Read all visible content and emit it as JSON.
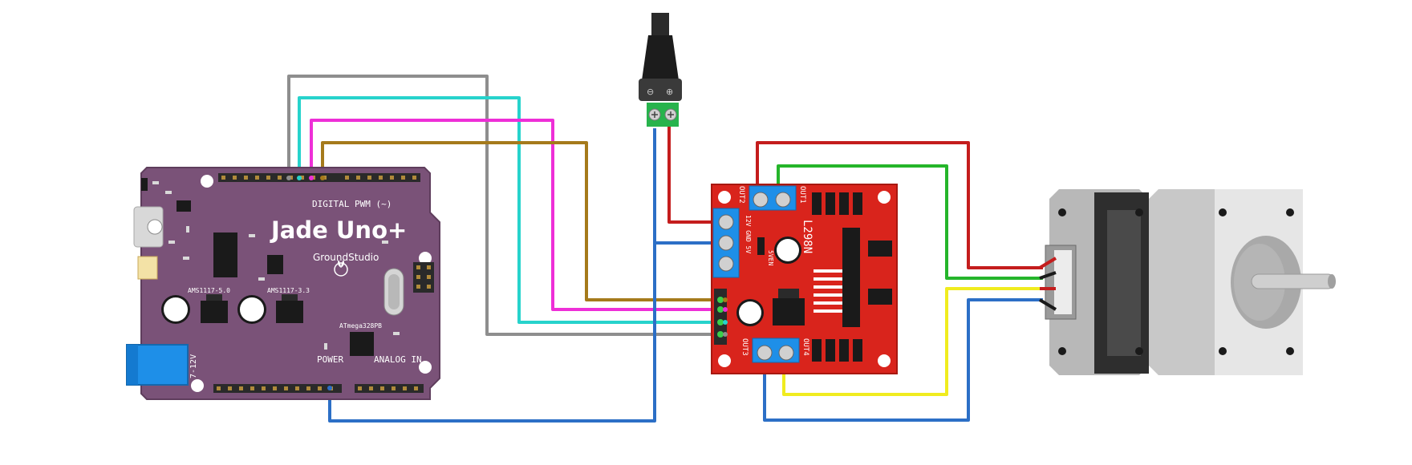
{
  "board": {
    "name": "Jade Uno+",
    "maker": "GroundStudio",
    "digital_label": "DIGITAL PWM (~)",
    "power_label": "POWER",
    "analog_label": "ANALOG IN",
    "chip_label": "ATmega328PB",
    "reg1_label": "AMS1117-5.0",
    "reg2_label": "AMS1117-3.3",
    "vin_label": "7-12V",
    "color": "#7a5278"
  },
  "driver": {
    "chip_label": "L298N",
    "out1": "OUT1",
    "out2": "OUT2",
    "out3": "OUT3",
    "out4": "OUT4",
    "power_pins": "12V GND 5V",
    "enable_label": "5VEN",
    "color": "#d9241c"
  },
  "wires": {
    "colors": {
      "gray": "#8e8e8e",
      "cyan": "#27d3cc",
      "magenta": "#ee2fd7",
      "brown": "#a57a1b",
      "blue": "#2c6fc6",
      "red": "#c41d1d",
      "green": "#25b52a",
      "yellow": "#f0ec1f"
    }
  }
}
